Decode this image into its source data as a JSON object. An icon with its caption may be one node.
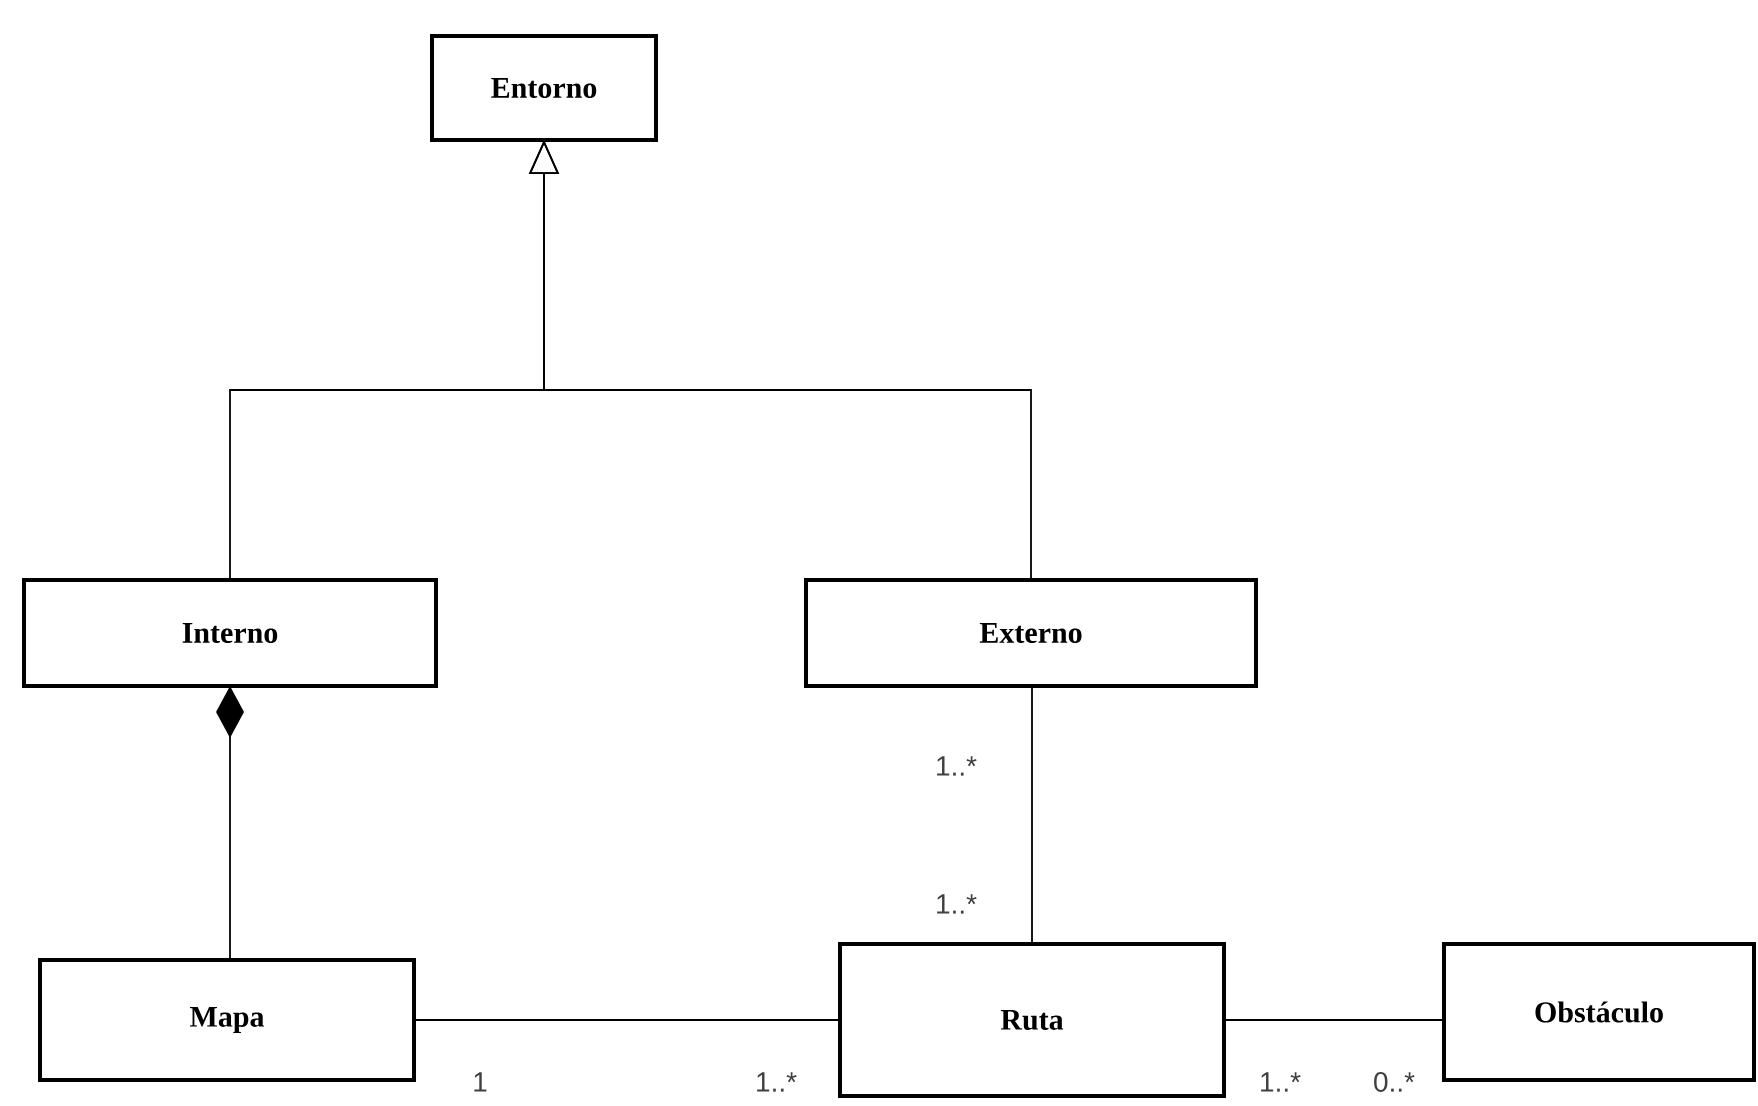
{
  "diagram": {
    "nodes": [
      {
        "text": [
          "Entorno"
        ]
      },
      {
        "text": [
          "Interno"
        ]
      },
      {
        "text": [
          "Externo"
        ]
      },
      {
        "text": [
          "Mapa"
        ]
      },
      {
        "text": [
          "Ruta"
        ]
      },
      {
        "text": [
          "Obstáculo"
        ]
      }
    ],
    "edges": [
      {
        "from": 1,
        "to": 0,
        "arrow": "to"
      },
      {
        "from": 2,
        "to": 0,
        "arrow": "to"
      },
      {
        "from": 3,
        "to": 1,
        "arrow": "other"
      },
      {
        "from": 2,
        "to": 4,
        "arrow": "none"
      },
      {
        "from": 3,
        "to": 4,
        "arrow": "none"
      },
      {
        "from": 4,
        "to": 5,
        "arrow": "none"
      }
    ],
    "labels": [
      "1..*",
      "1..*",
      "1",
      "1..*",
      "1..*",
      "0..*"
    ]
  }
}
